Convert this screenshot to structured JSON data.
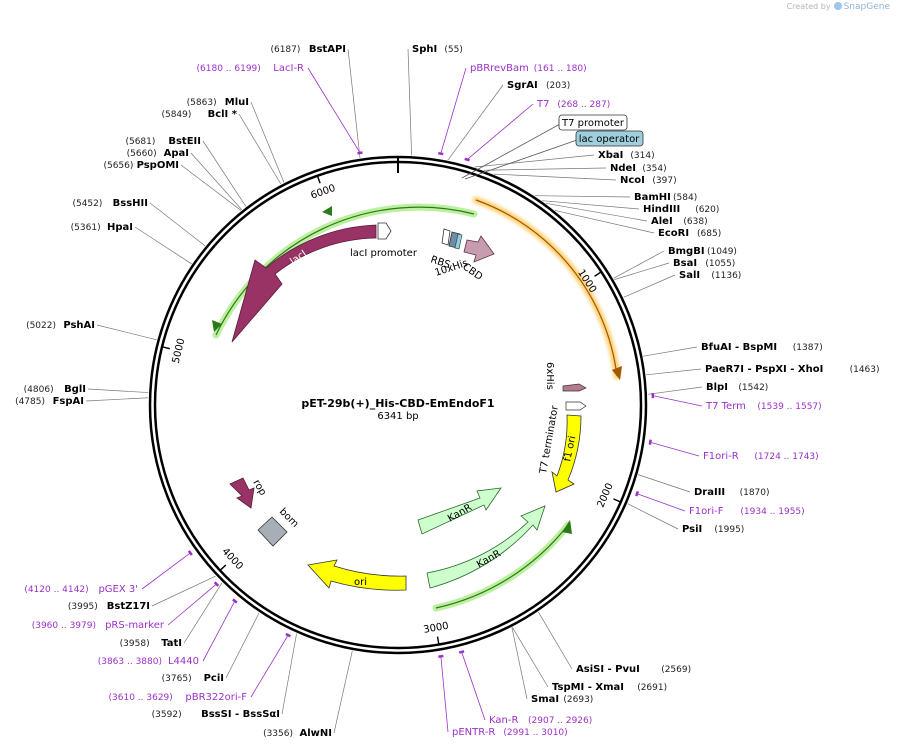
{
  "credit": {
    "prefix": "Created by",
    "brand": "SnapGene"
  },
  "plasmid": {
    "name": "pET-29b(+)_His-CBD-EmEndoF1",
    "length_label": "6341 bp",
    "length": 6341
  },
  "ticks": [
    {
      "label": "1000",
      "pos": 1000
    },
    {
      "label": "2000",
      "pos": 2000
    },
    {
      "label": "3000",
      "pos": 3000
    },
    {
      "label": "4000",
      "pos": 4000
    },
    {
      "label": "5000",
      "pos": 5000
    },
    {
      "label": "6000",
      "pos": 6000
    }
  ],
  "sites": [
    {
      "name": "BstAPI",
      "pos_label": "(6187)",
      "pos": 6187,
      "label_side": "left"
    },
    {
      "name": "SphI",
      "pos_label": "(55)",
      "pos": 55,
      "label_side": "right"
    },
    {
      "name": "SgrAI",
      "pos_label": "(203)",
      "pos": 203,
      "label_side": "right"
    },
    {
      "name": "XbaI",
      "pos_label": "(314)",
      "pos": 314,
      "label_side": "right"
    },
    {
      "name": "NdeI",
      "pos_label": "(354)",
      "pos": 354,
      "label_side": "right"
    },
    {
      "name": "NcoI",
      "pos_label": "(397)",
      "pos": 397,
      "label_side": "right"
    },
    {
      "name": "BamHI",
      "pos_label": "(584)",
      "pos": 584,
      "label_side": "right"
    },
    {
      "name": "HindIII",
      "pos_label": "(620)",
      "pos": 620,
      "label_side": "right"
    },
    {
      "name": "AleI",
      "pos_label": "(638)",
      "pos": 638,
      "label_side": "right"
    },
    {
      "name": "EcoRI",
      "pos_label": "(685)",
      "pos": 685,
      "label_side": "right"
    },
    {
      "name": "BmgBI",
      "pos_label": "(1049)",
      "pos": 1049,
      "label_side": "right"
    },
    {
      "name": "BsaI",
      "pos_label": "(1055)",
      "pos": 1055,
      "label_side": "right"
    },
    {
      "name": "SalI",
      "pos_label": "(1136)",
      "pos": 1136,
      "label_side": "right"
    },
    {
      "name": "BfuAI - BspMI",
      "pos_label": "(1387)",
      "pos": 1387,
      "label_side": "right"
    },
    {
      "name": "PaeR7I - PspXI - XhoI",
      "pos_label": "(1463)",
      "pos": 1463,
      "label_side": "right"
    },
    {
      "name": "BlpI",
      "pos_label": "(1542)",
      "pos": 1542,
      "label_side": "right"
    },
    {
      "name": "DraIII",
      "pos_label": "(1870)",
      "pos": 1870,
      "label_side": "right"
    },
    {
      "name": "PsiI",
      "pos_label": "(1995)",
      "pos": 1995,
      "label_side": "right"
    },
    {
      "name": "AsiSI - PvuI",
      "pos_label": "(2569)",
      "pos": 2569,
      "label_side": "right"
    },
    {
      "name": "TspMI - XmaI",
      "pos_label": "(2691)",
      "pos": 2691,
      "label_side": "right"
    },
    {
      "name": "SmaI",
      "pos_label": "(2693)",
      "pos": 2693,
      "label_side": "right"
    },
    {
      "name": "AlwNI",
      "pos_label": "(3356)",
      "pos": 3356,
      "label_side": "left"
    },
    {
      "name": "BssSI - BssSαI",
      "pos_label": "(3592)",
      "pos": 3592,
      "label_side": "left"
    },
    {
      "name": "PciI",
      "pos_label": "(3765)",
      "pos": 3765,
      "label_side": "left"
    },
    {
      "name": "TatI",
      "pos_label": "(3958)",
      "pos": 3958,
      "label_side": "left"
    },
    {
      "name": "BstZ17I",
      "pos_label": "(3995)",
      "pos": 3995,
      "label_side": "left"
    },
    {
      "name": "FspAI",
      "pos_label": "(4785)",
      "pos": 4785,
      "label_side": "left"
    },
    {
      "name": "BglI",
      "pos_label": "(4806)",
      "pos": 4806,
      "label_side": "left"
    },
    {
      "name": "PshAI",
      "pos_label": "(5022)",
      "pos": 5022,
      "label_side": "left"
    },
    {
      "name": "HpaI",
      "pos_label": "(5361)",
      "pos": 5361,
      "label_side": "left"
    },
    {
      "name": "BssHII",
      "pos_label": "(5452)",
      "pos": 5452,
      "label_side": "left"
    },
    {
      "name": "PspOMI",
      "pos_label": "(5656)",
      "pos": 5656,
      "label_side": "left"
    },
    {
      "name": "ApaI",
      "pos_label": "(5660)",
      "pos": 5660,
      "label_side": "left"
    },
    {
      "name": "BstEII",
      "pos_label": "(5681)",
      "pos": 5681,
      "label_side": "left"
    },
    {
      "name": "BclI *",
      "pos_label": "(5849)",
      "pos": 5849,
      "label_side": "left"
    },
    {
      "name": "MluI",
      "pos_label": "(5863)",
      "pos": 5863,
      "label_side": "left"
    }
  ],
  "primers": [
    {
      "name": "LacI-R",
      "range_label": "(6180 .. 6199)",
      "pos": 6190,
      "label_side": "left"
    },
    {
      "name": "pBRrevBam",
      "range_label": "(161 .. 180)",
      "pos": 170,
      "label_side": "right"
    },
    {
      "name": "T7",
      "range_label": "(268 .. 287)",
      "pos": 277,
      "label_side": "right"
    },
    {
      "name": "T7 Term",
      "range_label": "(1539 .. 1557)",
      "pos": 1548,
      "label_side": "right"
    },
    {
      "name": "F1ori-R",
      "range_label": "(1724 .. 1743)",
      "pos": 1733,
      "label_side": "right"
    },
    {
      "name": "F1ori-F",
      "range_label": "(1934 .. 1955)",
      "pos": 1944,
      "label_side": "right"
    },
    {
      "name": "Kan-R",
      "range_label": "(2907 .. 2926)",
      "pos": 2916,
      "label_side": "right"
    },
    {
      "name": "pENTR-R",
      "range_label": "(2991 .. 3010)",
      "pos": 3000,
      "label_side": "right"
    },
    {
      "name": "pBR322ori-F",
      "range_label": "(3610 .. 3629)",
      "pos": 3620,
      "label_side": "left"
    },
    {
      "name": "L4440",
      "range_label": "(3863 .. 3880)",
      "pos": 3871,
      "label_side": "left"
    },
    {
      "name": "pRS-marker",
      "range_label": "(3960 .. 3979)",
      "pos": 3970,
      "label_side": "left"
    },
    {
      "name": "pGEX 3'",
      "range_label": "(4120 .. 4142)",
      "pos": 4131,
      "label_side": "left"
    }
  ],
  "boxed_features": [
    {
      "name": "T7 promoter",
      "fill": "#ffffff"
    },
    {
      "name": "lac operator",
      "fill": "#9fcfdc"
    }
  ],
  "features": [
    {
      "name": "lacI",
      "color": "#993366",
      "text_color": "#ffffff"
    },
    {
      "name": "lacI promoter",
      "color": "#ffffff",
      "text_color": "#000000"
    },
    {
      "name": "RBS",
      "color": "#ffffff",
      "text_color": "#000000"
    },
    {
      "name": "10xHis",
      "color": "#6d8da8",
      "text_color": "#000000"
    },
    {
      "name": "CBD",
      "color": "#c79cae",
      "text_color": "#000000"
    },
    {
      "name": "6xHis",
      "color": "#b47a8d",
      "text_color": "#000000"
    },
    {
      "name": "T7 terminator",
      "color": "#ffffff",
      "text_color": "#000000"
    },
    {
      "name": "f1 ori",
      "color": "#ffff00",
      "text_color": "#000000"
    },
    {
      "name": "KanR",
      "color": "#ccffcc",
      "text_color": "#000000"
    },
    {
      "name": "KanR",
      "color": "#ccffcc",
      "text_color": "#000000"
    },
    {
      "name": "ori",
      "color": "#ffff00",
      "text_color": "#000000"
    },
    {
      "name": "rop",
      "color": "#993366",
      "text_color": "#000000"
    },
    {
      "name": "bom",
      "color": "#a8aeb5",
      "text_color": "#000000"
    }
  ],
  "colors": {
    "backbone": "#000000",
    "primer": "#9b30c8",
    "orf_orange": "#ffcc66",
    "orf_green": "#b8ee99",
    "text": "#000000"
  }
}
